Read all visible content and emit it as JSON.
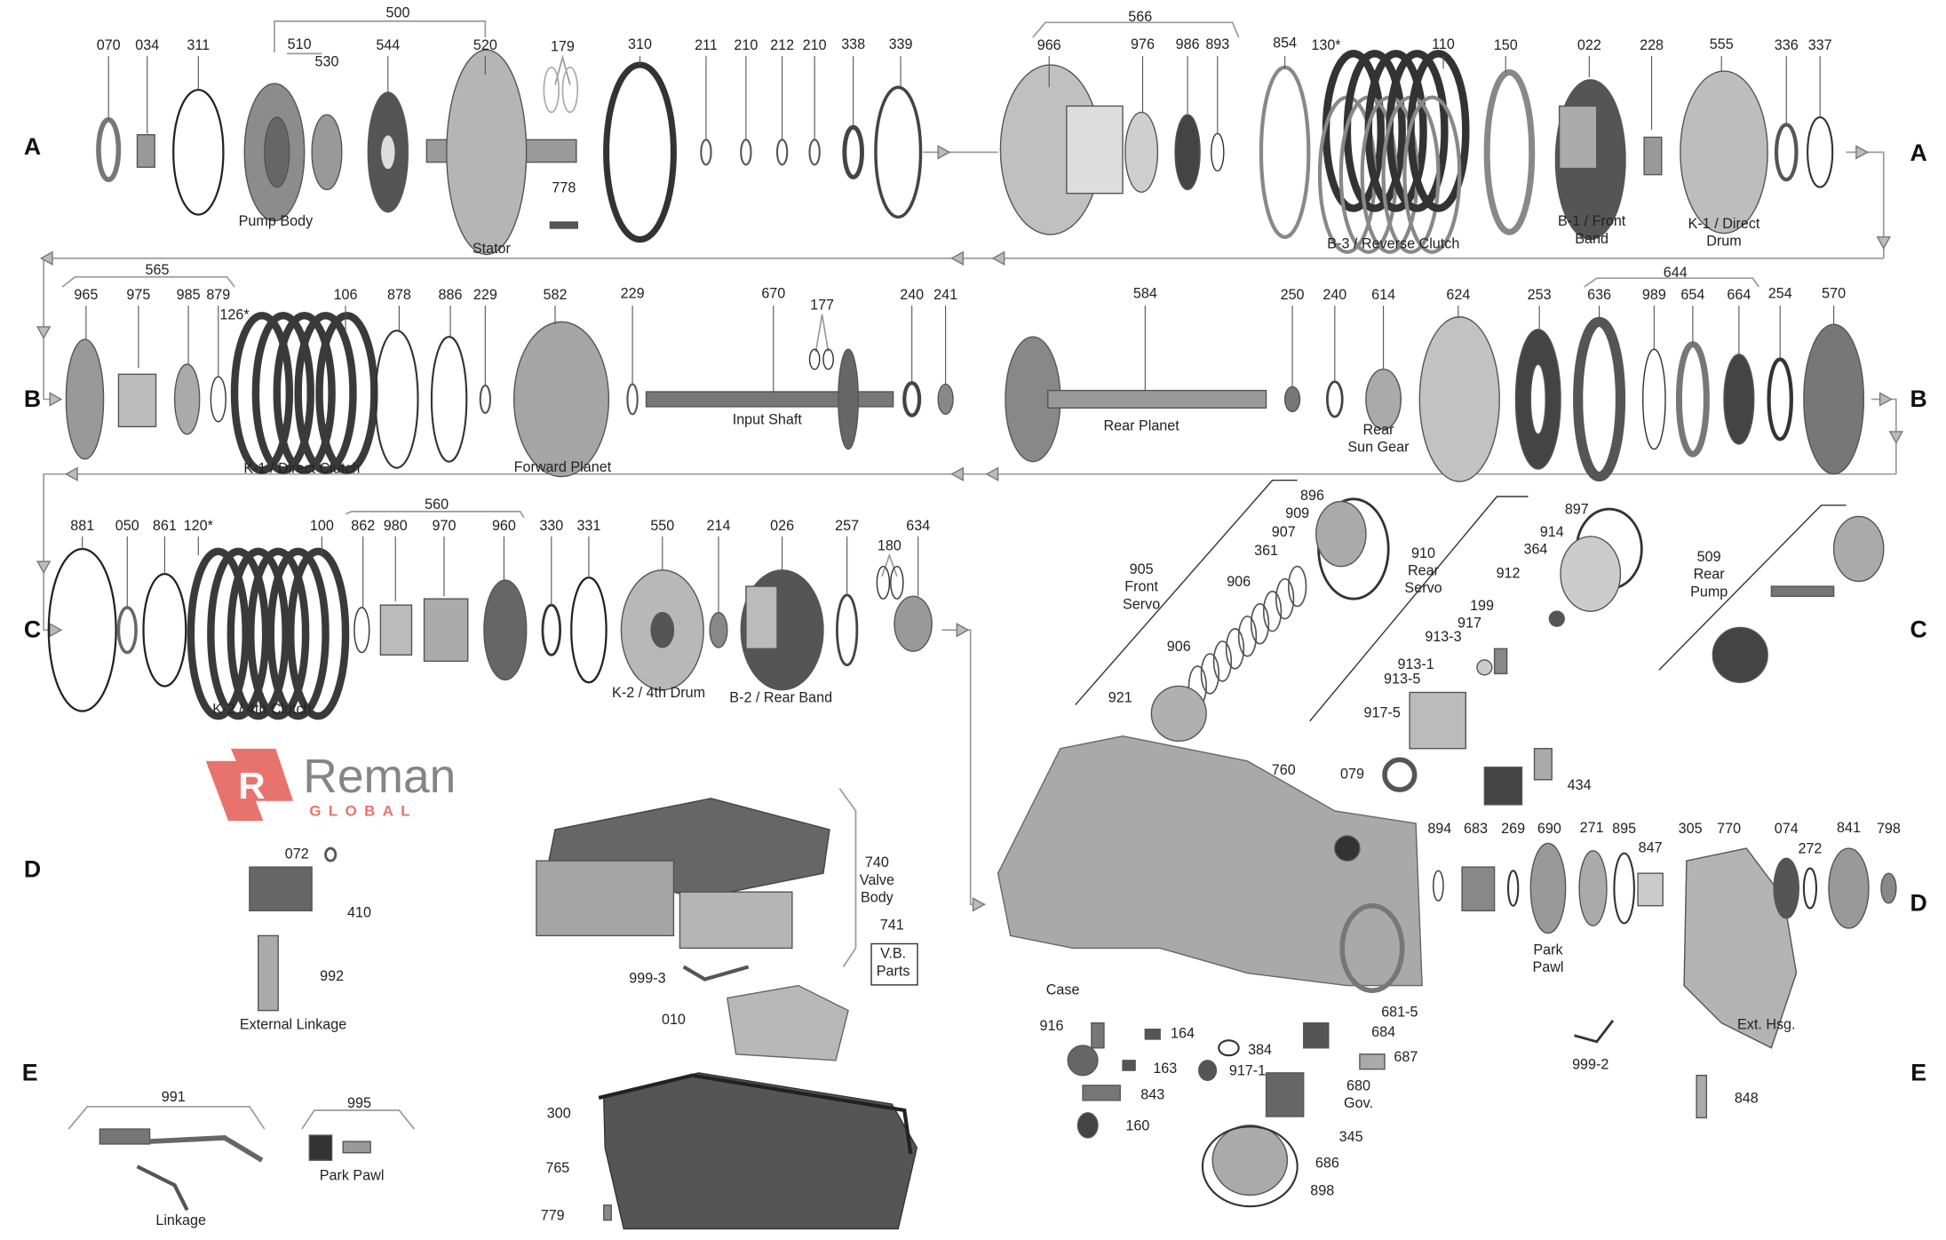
{
  "brand": {
    "name": "Reman",
    "tagline": "GLOBAL",
    "accent": "#e8736c"
  },
  "row_markers": [
    "A",
    "A",
    "B",
    "B",
    "C",
    "C",
    "D",
    "D",
    "E",
    "E"
  ],
  "callouts": [
    "500",
    "070",
    "034",
    "311",
    "510",
    "530",
    "544",
    "520",
    "179",
    "310",
    "211",
    "210",
    "212",
    "210",
    "338",
    "339",
    "778",
    "566",
    "966",
    "976",
    "986",
    "893",
    "854",
    "130*",
    "110",
    "150",
    "022",
    "228",
    "555",
    "336",
    "337",
    "565",
    "965",
    "975",
    "985",
    "879",
    "126*",
    "106",
    "878",
    "886",
    "229",
    "582",
    "229",
    "670",
    "177",
    "240",
    "241",
    "584",
    "250",
    "240",
    "614",
    "624",
    "253",
    "644",
    "636",
    "989",
    "654",
    "664",
    "254",
    "570",
    "881",
    "050",
    "861",
    "120*",
    "100",
    "560",
    "862",
    "980",
    "970",
    "960",
    "330",
    "331",
    "550",
    "214",
    "026",
    "257",
    "180",
    "634",
    "896",
    "909",
    "907",
    "361",
    "906",
    "906",
    "921",
    "897",
    "914",
    "364",
    "912",
    "199",
    "917",
    "913-3",
    "913-1",
    "913-5",
    "917-5",
    "079",
    "434",
    "760",
    "894",
    "683",
    "269",
    "690",
    "271",
    "895",
    "847",
    "305",
    "770",
    "074",
    "272",
    "841",
    "798",
    "681-5",
    "684",
    "687",
    "916",
    "164",
    "384",
    "163",
    "917-1",
    "843",
    "160",
    "345",
    "686",
    "898",
    "999-2",
    "848",
    "072",
    "410",
    "992",
    "741",
    "999-3",
    "010",
    "300",
    "765",
    "779",
    "991",
    "995"
  ],
  "captions": [
    "Pump Body",
    "Stator",
    "B-3 / Reverse Clutch",
    "B-1 / Front\nBand",
    "K-1 / Direct\nDrum",
    "K-1 / Direct Clutch",
    "Forward Planet",
    "Input Shaft",
    "Rear Planet",
    "Rear\nSun Gear",
    "K-2 / 4th Clutch",
    "K-2 / 4th Drum",
    "B-2 / Rear Band",
    "905\nFront\nServo",
    "910\nRear\nServo",
    "509\nRear\nPump",
    "Case",
    "Park\nPawl",
    "Ext. Hsg.",
    "680\nGov.",
    "External Linkage",
    "740\nValve\nBody",
    "V.B.\nParts",
    "Linkage",
    "Park Pawl"
  ]
}
